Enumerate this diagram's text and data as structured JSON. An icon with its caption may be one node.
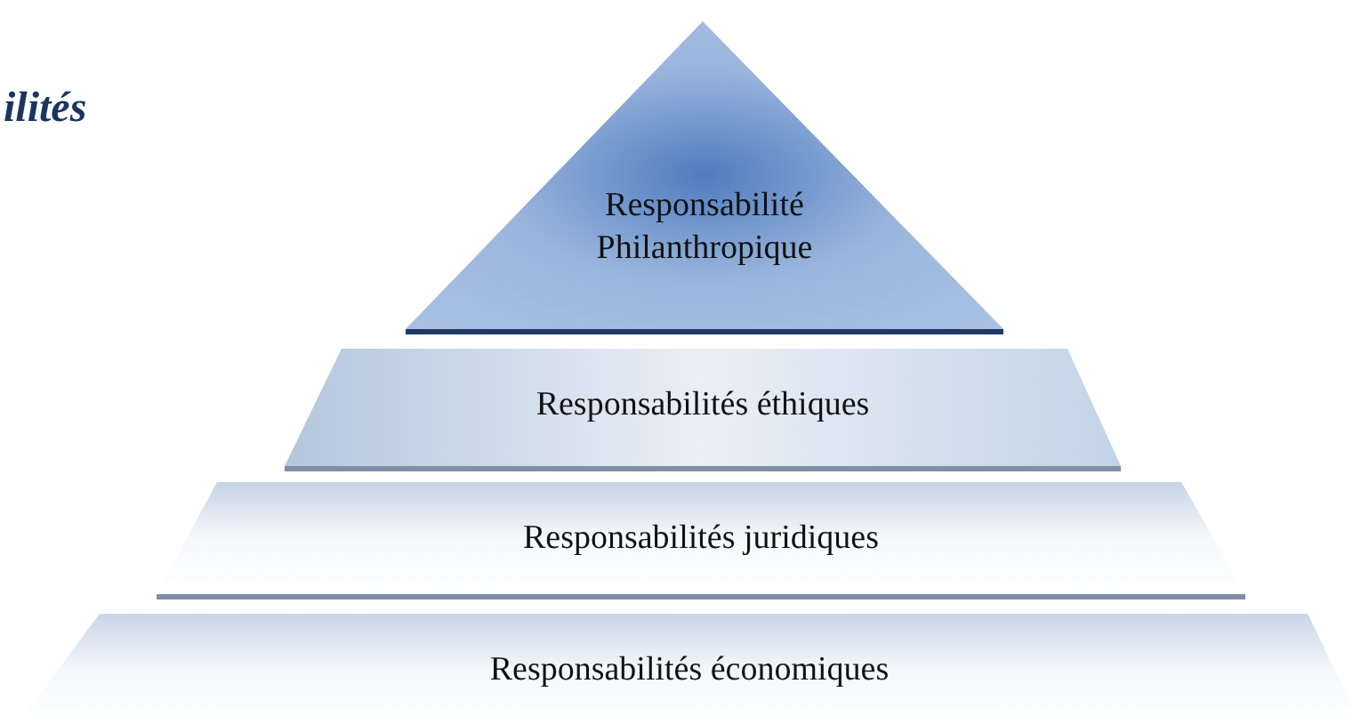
{
  "diagram": {
    "nodes": [
      {
        "text": [
          "Responsabilité Philanthropique"
        ]
      },
      {
        "text": [
          "Responsabilités éthiques"
        ]
      },
      {
        "text": [
          "Responsabilités juridiques"
        ]
      },
      {
        "text": [
          "Responsabilités économiques"
        ]
      }
    ],
    "labels": [
      "ilités"
    ]
  }
}
